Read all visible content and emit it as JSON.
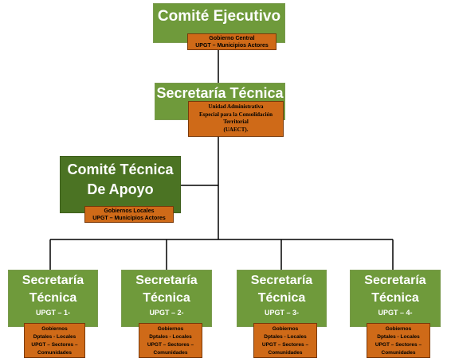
{
  "nodes": {
    "comite_ejecutivo": {
      "title": "Comité Ejecutivo",
      "sub": [
        "Gobierno Central",
        "UPGT – Municipios Actores"
      ]
    },
    "secretaria_tecnica": {
      "title": "Secretaría Técnica",
      "sub": [
        "Unidad Administrativa",
        "Especial para la Consolidación",
        "Territorial",
        "(UAECT)."
      ]
    },
    "comite_tecnica_apoyo": {
      "title_line1": "Comité Técnica",
      "title_line2": "De Apoyo",
      "sub": [
        "Gobiernos Locales",
        "UPGT – Municipios Actores"
      ]
    },
    "regionales": [
      {
        "line1": "Secretaría",
        "line2": "Técnica",
        "code": "UPGT – 1-",
        "sub": [
          "Gobiernos",
          "Dptales - Locales",
          "UPGT – Sectores –",
          "Comunidades"
        ]
      },
      {
        "line1": "Secretaría",
        "line2": "Técnica",
        "code": "UPGT – 2-",
        "sub": [
          "Gobiernos",
          "Dptales - Locales",
          "UPGT – Sectores –",
          "Comunidades"
        ]
      },
      {
        "line1": "Secretaría",
        "line2": "Técnica",
        "code": "UPGT – 3-",
        "sub": [
          "Gobiernos",
          "Dptales - Locales",
          "UPGT – Sectores –",
          "Comunidades"
        ]
      },
      {
        "line1": "Secretaría",
        "line2": "Técnica",
        "code": "UPGT – 4-",
        "sub": [
          "Gobiernos",
          "Dptales - Locales",
          "UPGT – Sectores –",
          "Comunidades"
        ]
      }
    ]
  }
}
